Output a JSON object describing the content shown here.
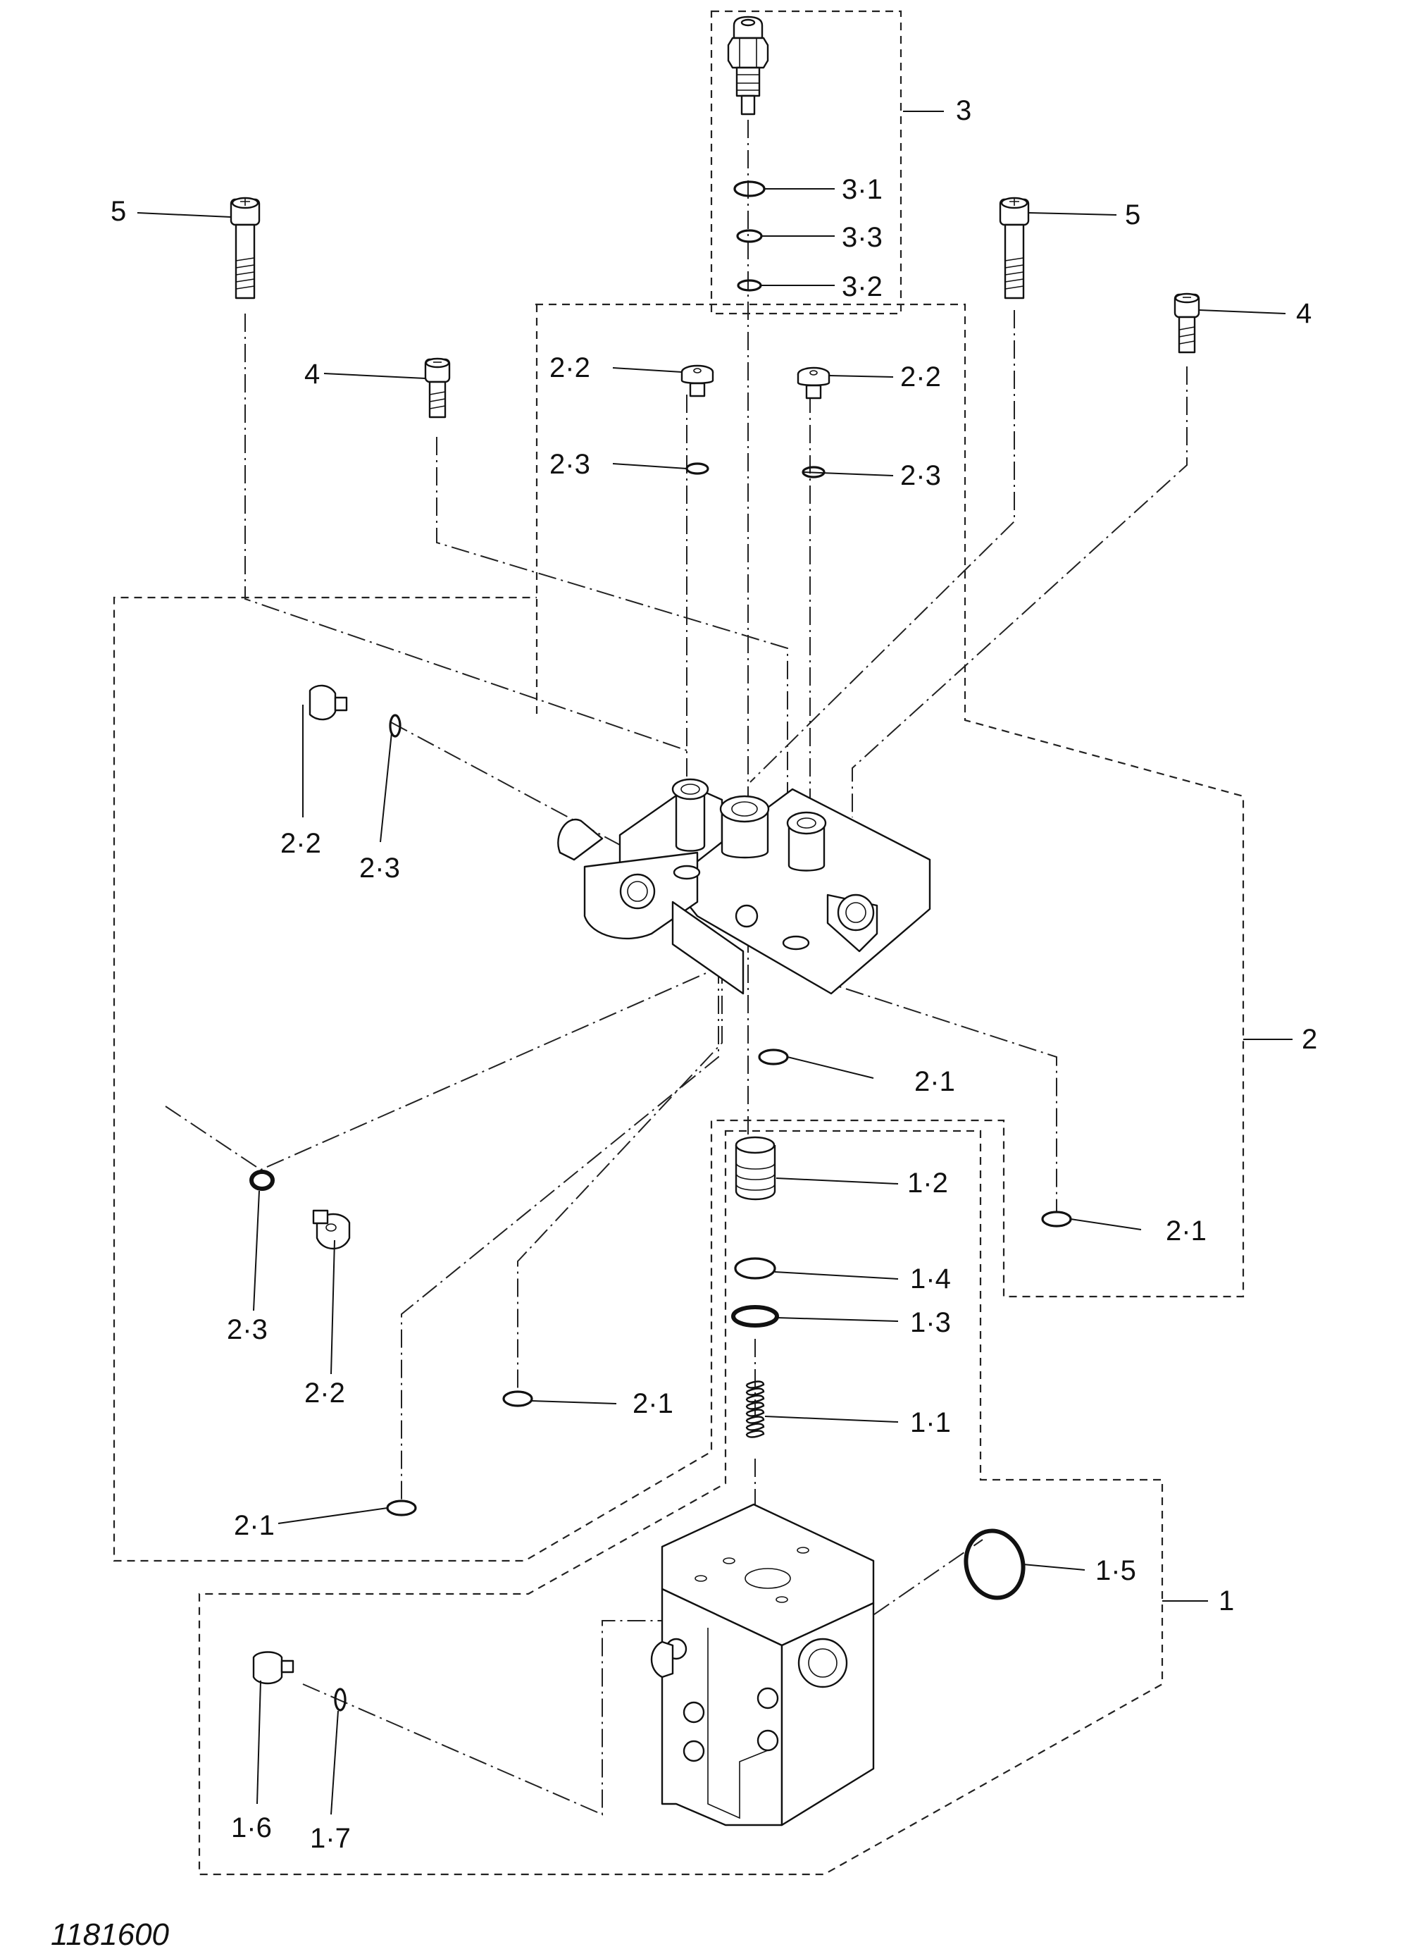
{
  "callouts": {
    "c3": "3",
    "c3_1": "3·1",
    "c3_3": "3·3",
    "c3_2": "3·2",
    "c5_left": "5",
    "c5_right": "5",
    "c4_left": "4",
    "c4_right": "4",
    "c2_2_top_left": "2·2",
    "c2_2_top_right": "2·2",
    "c2_3_top_left": "2·3",
    "c2_3_top_right": "2·3",
    "c2_2_side": "2·2",
    "c2_3_side": "2·3",
    "c2": "2",
    "c2_1_upper": "2·1",
    "c2_1_right": "2·1",
    "c2_3_lower": "2·3",
    "c2_2_lower": "2·2",
    "c2_1_middle": "2·1",
    "c2_1_bottom": "2·1",
    "c1_2": "1·2",
    "c1_4": "1·4",
    "c1_3": "1·3",
    "c1_1": "1·1",
    "c1_5": "1·5",
    "c1": "1",
    "c1_6": "1·6",
    "c1_7": "1·7"
  },
  "drawing_number": "1181600"
}
